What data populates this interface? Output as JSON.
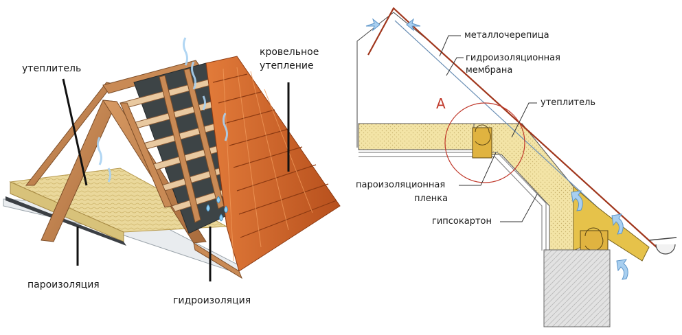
{
  "left_figure": {
    "labels": {
      "insulation": "утеплитель",
      "roof_insulation_line1": "кровельное",
      "roof_insulation_line2": "утепление",
      "vapor_barrier": "пароизоляция",
      "waterproofing": "гидроизоляция"
    }
  },
  "right_figure": {
    "labels": {
      "metal_tile": "металлочерепица",
      "membrane_line1": "гидроизоляционная",
      "membrane_line2": "мембрана",
      "insulation": "утеплитель",
      "vapor_film_line1": "пароизоляционная",
      "vapor_film_line2": "пленка",
      "drywall": "гипсокартон",
      "detail_marker": "А"
    }
  },
  "colors": {
    "wood": "#c98a55",
    "wood_dark": "#8a5a35",
    "insulation": "#e8d79a",
    "tile": "#d96a2b",
    "membrane": "#3d4446",
    "annotation_line": "#111111",
    "section_insulation": "#f1e2a0",
    "section_rafter": "#e6c24a",
    "roof_line": "#a0361c",
    "detail_circle": "#c0392b",
    "arrow_blue": "#7fb6e6"
  }
}
